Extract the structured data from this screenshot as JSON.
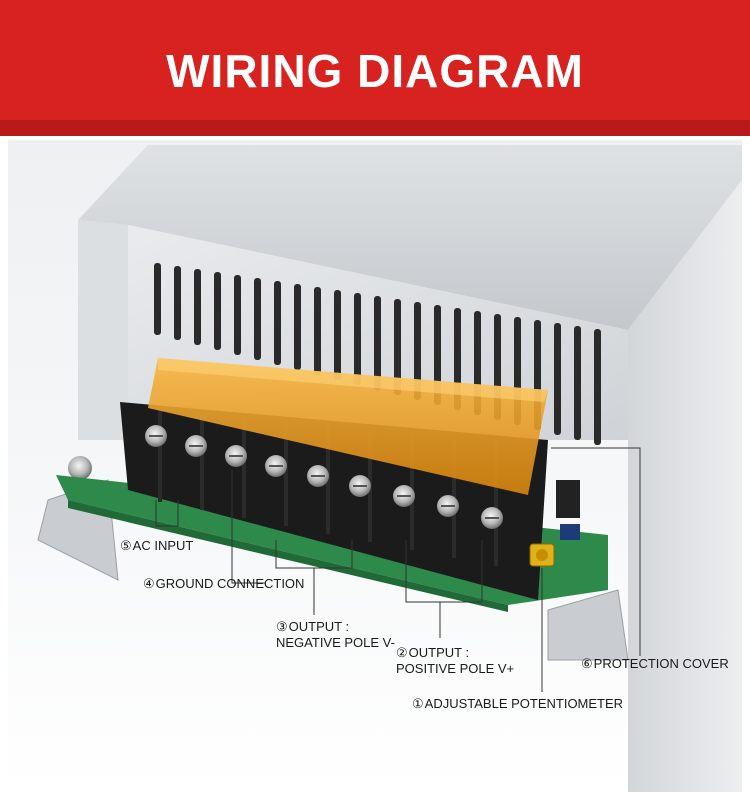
{
  "header": {
    "title": "WIRING DIAGRAM",
    "bg_color": "#d8221f"
  },
  "labels": [
    {
      "id": "ac-input",
      "num": "⑤",
      "lines": [
        "AC INPUT"
      ]
    },
    {
      "id": "ground-connection",
      "num": "④",
      "lines": [
        "GROUND CONNECTION"
      ]
    },
    {
      "id": "output-negative",
      "num": "③",
      "lines": [
        "OUTPUT :",
        "NEGATIVE POLE V-"
      ]
    },
    {
      "id": "output-positive",
      "num": "②",
      "lines": [
        "OUTPUT :",
        "POSITIVE POLE V+"
      ]
    },
    {
      "id": "protection-cover",
      "num": "⑥",
      "lines": [
        "PROTECTION COVER"
      ]
    },
    {
      "id": "adjustable-potentiometer",
      "num": "①",
      "lines": [
        "ADJUSTABLE POTENTIOMETER"
      ]
    }
  ],
  "colors": {
    "metal": "#c9cdd1",
    "cover": "#f2a01c",
    "terminal_block": "#1b1b1b",
    "pcb": "#2d8a4a",
    "potentiometer": "#e0b21a"
  }
}
